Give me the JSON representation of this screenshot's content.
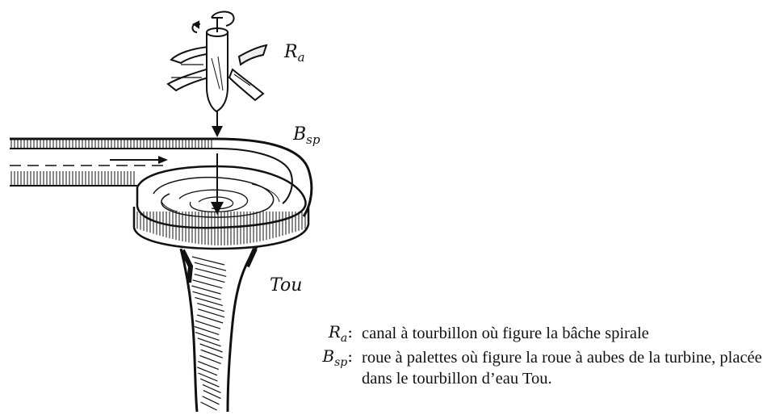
{
  "labels": {
    "ra": {
      "main": "R",
      "sub": "a"
    },
    "bsp": {
      "main": "B",
      "sub": "sp"
    },
    "tou": "Tou"
  },
  "legend": [
    {
      "key_main": "R",
      "key_sub": "a",
      "colon": ":",
      "text": "canal à tourbillon où figure la bâche spirale"
    },
    {
      "key_main": "B",
      "key_sub": "sp",
      "colon": ":",
      "text": "roue à palettes où figure la roue à aubes de la turbine, placée dans le tourbillon d’eau Tou."
    }
  ]
}
